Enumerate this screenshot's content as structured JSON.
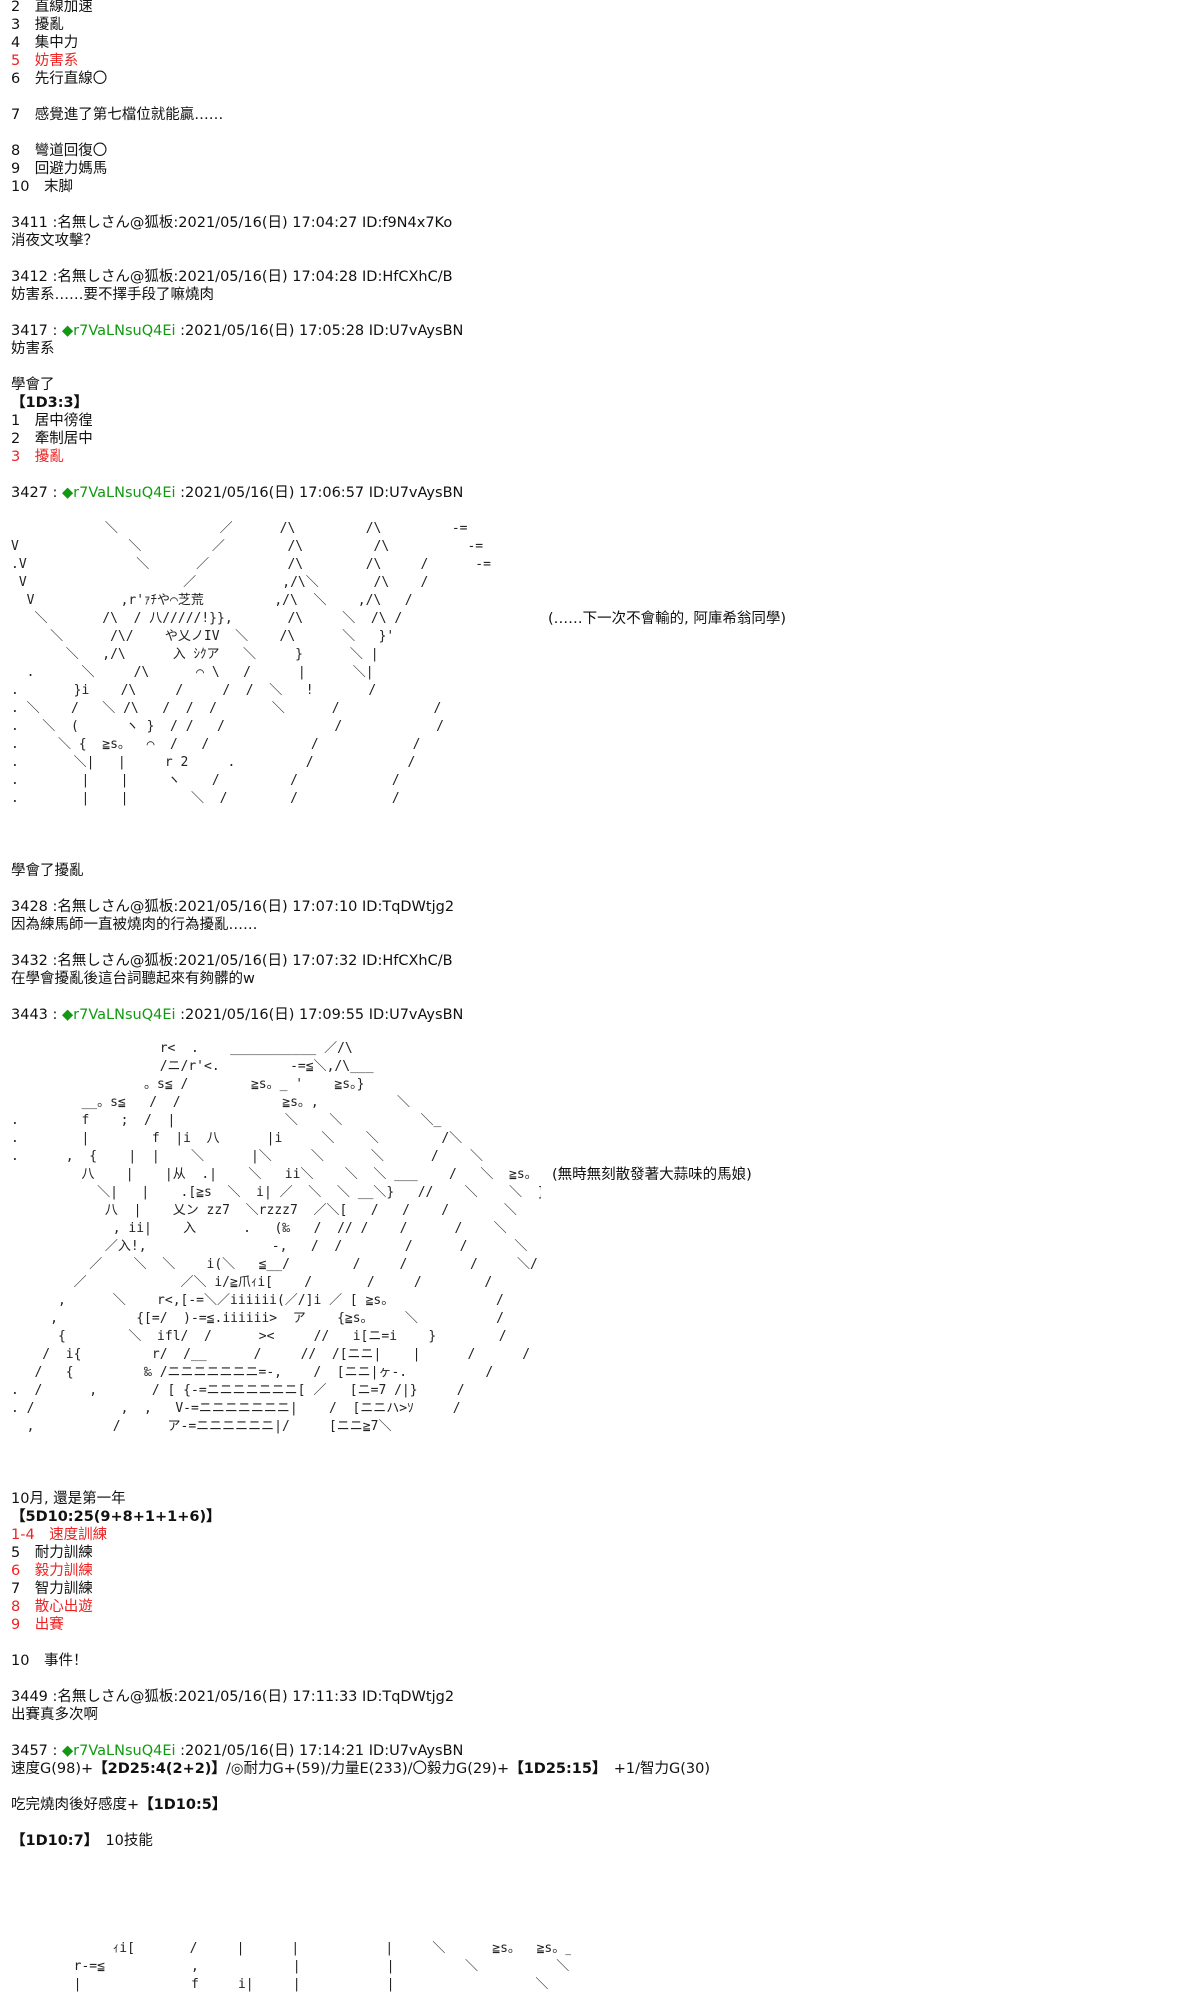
{
  "list_top": {
    "items": [
      {
        "text": "2　直線加速",
        "red": false
      },
      {
        "text": "3　擾亂",
        "red": false
      },
      {
        "text": "4　集中力",
        "red": false
      },
      {
        "text": "5　妨害系",
        "red": true
      },
      {
        "text": "6　先行直線〇",
        "red": false
      },
      {
        "text": "7　感覺進了第七檔位就能贏……",
        "red": false
      },
      {
        "text": "8　彎道回復〇",
        "red": false
      },
      {
        "text": "9　回避力媽馬",
        "red": false
      },
      {
        "text": "10　末脚",
        "red": false
      }
    ]
  },
  "posts": {
    "p3411": {
      "header": "3411 :名無しさん@狐板:2021/05/16(日) 17:04:27 ID:f9N4x7Ko",
      "body": "消夜文攻擊？"
    },
    "p3412": {
      "header": "3412 :名無しさん@狐板:2021/05/16(日) 17:04:28 ID:HfCXhC/B",
      "body": "妨害系……要不擇手段了嘛燒肉"
    },
    "p3417": {
      "num": "3417 : ",
      "trip": "◆r7VaLNsuQ4Ei",
      "meta": " :2021/05/16(日) 17:05:28 ID:U7vAysBN",
      "lines": [
        "妨害系",
        "學會了"
      ],
      "dice": "【1D3:3】",
      "options": [
        {
          "text": "1　居中徬徨",
          "red": false
        },
        {
          "text": "2　牽制居中",
          "red": false
        },
        {
          "text": "3　擾亂",
          "red": true
        }
      ]
    },
    "p3427": {
      "num": "3427 : ",
      "trip": "◆r7VaLNsuQ4Ei",
      "meta": " :2021/05/16(日) 17:06:57 ID:U7vAysBN",
      "aside": "(……下一次不會輸的, 阿庫希翁同學)",
      "after": "學會了擾亂"
    },
    "p3428": {
      "header": "3428 :名無しさん@狐板:2021/05/16(日) 17:07:10 ID:TqDWtjg2",
      "body": "因為練馬師一直被燒肉的行為擾亂……"
    },
    "p3432": {
      "header": "3432 :名無しさん@狐板:2021/05/16(日) 17:07:32 ID:HfCXhC/B",
      "body": "在學會擾亂後這台詞聽起來有夠髒的w"
    },
    "p3443": {
      "num": "3443 : ",
      "trip": "◆r7VaLNsuQ4Ei",
      "meta": " :2021/05/16(日) 17:09:55 ID:U7vAysBN",
      "aside": "(無時無刻散發著大蒜味的馬娘)",
      "month": "10月, 還是第一年",
      "dice": "【5D10:25(9+8+1+1+6)】",
      "options": [
        {
          "text": "1-4　速度訓練",
          "red": true
        },
        {
          "text": "5　耐力訓練",
          "red": false
        },
        {
          "text": "6　毅力訓練",
          "red": true
        },
        {
          "text": "7　智力訓練",
          "red": false
        },
        {
          "text": "8　散心出遊",
          "red": true
        },
        {
          "text": "9　出賽",
          "red": true
        },
        {
          "text": "10　事件！",
          "red": false
        }
      ]
    },
    "p3449": {
      "header": "3449 :名無しさん@狐板:2021/05/16(日) 17:11:33 ID:TqDWtjg2",
      "body": "出賽真多次啊"
    },
    "p3457": {
      "num": "3457 : ",
      "trip": "◆r7VaLNsuQ4Ei",
      "meta": " :2021/05/16(日) 17:14:21 ID:U7vAysBN",
      "stats_a": "速度G(98)+",
      "stats_b": "【2D25:4(2+2)】",
      "stats_c": "/◎耐力G+(59)/力量E(233)/〇毅力G(29)+",
      "stats_d": "【1D25:15】",
      "stats_e": "　+1/智力G(30)",
      "food_a": "吃完燒肉後好感度+",
      "food_b": "【1D10:5】",
      "skill_a": "【1D10:7】",
      "skill_b": "　10技能"
    }
  }
}
